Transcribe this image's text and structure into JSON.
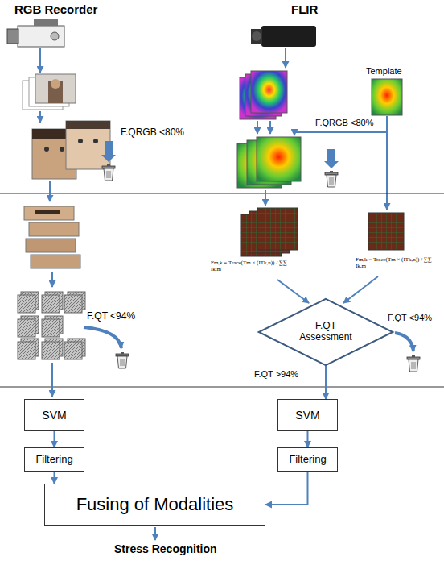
{
  "diagram": {
    "nodes": [
      {
        "text": [
          "F.QT Assessment"
        ]
      },
      {
        "text": [
          "SVM"
        ]
      },
      {
        "text": [
          "SVM"
        ]
      },
      {
        "text": [
          "Filtering"
        ]
      },
      {
        "text": [
          "Filtering"
        ]
      },
      {
        "text": [
          "Fusing of Modalities"
        ]
      }
    ],
    "edges": [
      {
        "from": 0,
        "to": 2,
        "arrow": "to",
        "label": "F.QT >94%"
      },
      {
        "from": 1,
        "to": 3,
        "arrow": "to"
      },
      {
        "from": 2,
        "to": 4,
        "arrow": "to"
      },
      {
        "from": 3,
        "to": 5,
        "arrow": "to"
      },
      {
        "from": 4,
        "to": 5,
        "arrow": "to"
      }
    ],
    "labels": [
      "RGB Recorder",
      "FLIR",
      "Template",
      "F.QRGB <80%",
      "F.QRGB <80%",
      "F.QT <94%",
      "Fm,k = Trace(Tm × (ITk,n)) / ∑∑ Ik,m",
      "Fm,k = Trace(Tm × (ITk,n)) / ∑∑ Ik,m",
      "F.QT <94%",
      "Stress Recognition"
    ]
  }
}
